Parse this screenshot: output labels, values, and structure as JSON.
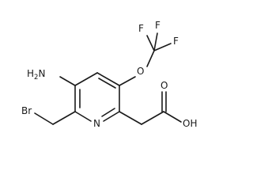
{
  "structure": {
    "labels": {
      "amino": {
        "main": "H",
        "sub": "2",
        "end": "N"
      },
      "ring_nitrogen": "N",
      "bromine": "Br",
      "ether_oxygen": "O",
      "fluorine_top_left": "F",
      "fluorine_top_right": "F",
      "fluorine_right": "F",
      "carbonyl_oxygen": "O",
      "hydroxyl": "OH"
    }
  }
}
